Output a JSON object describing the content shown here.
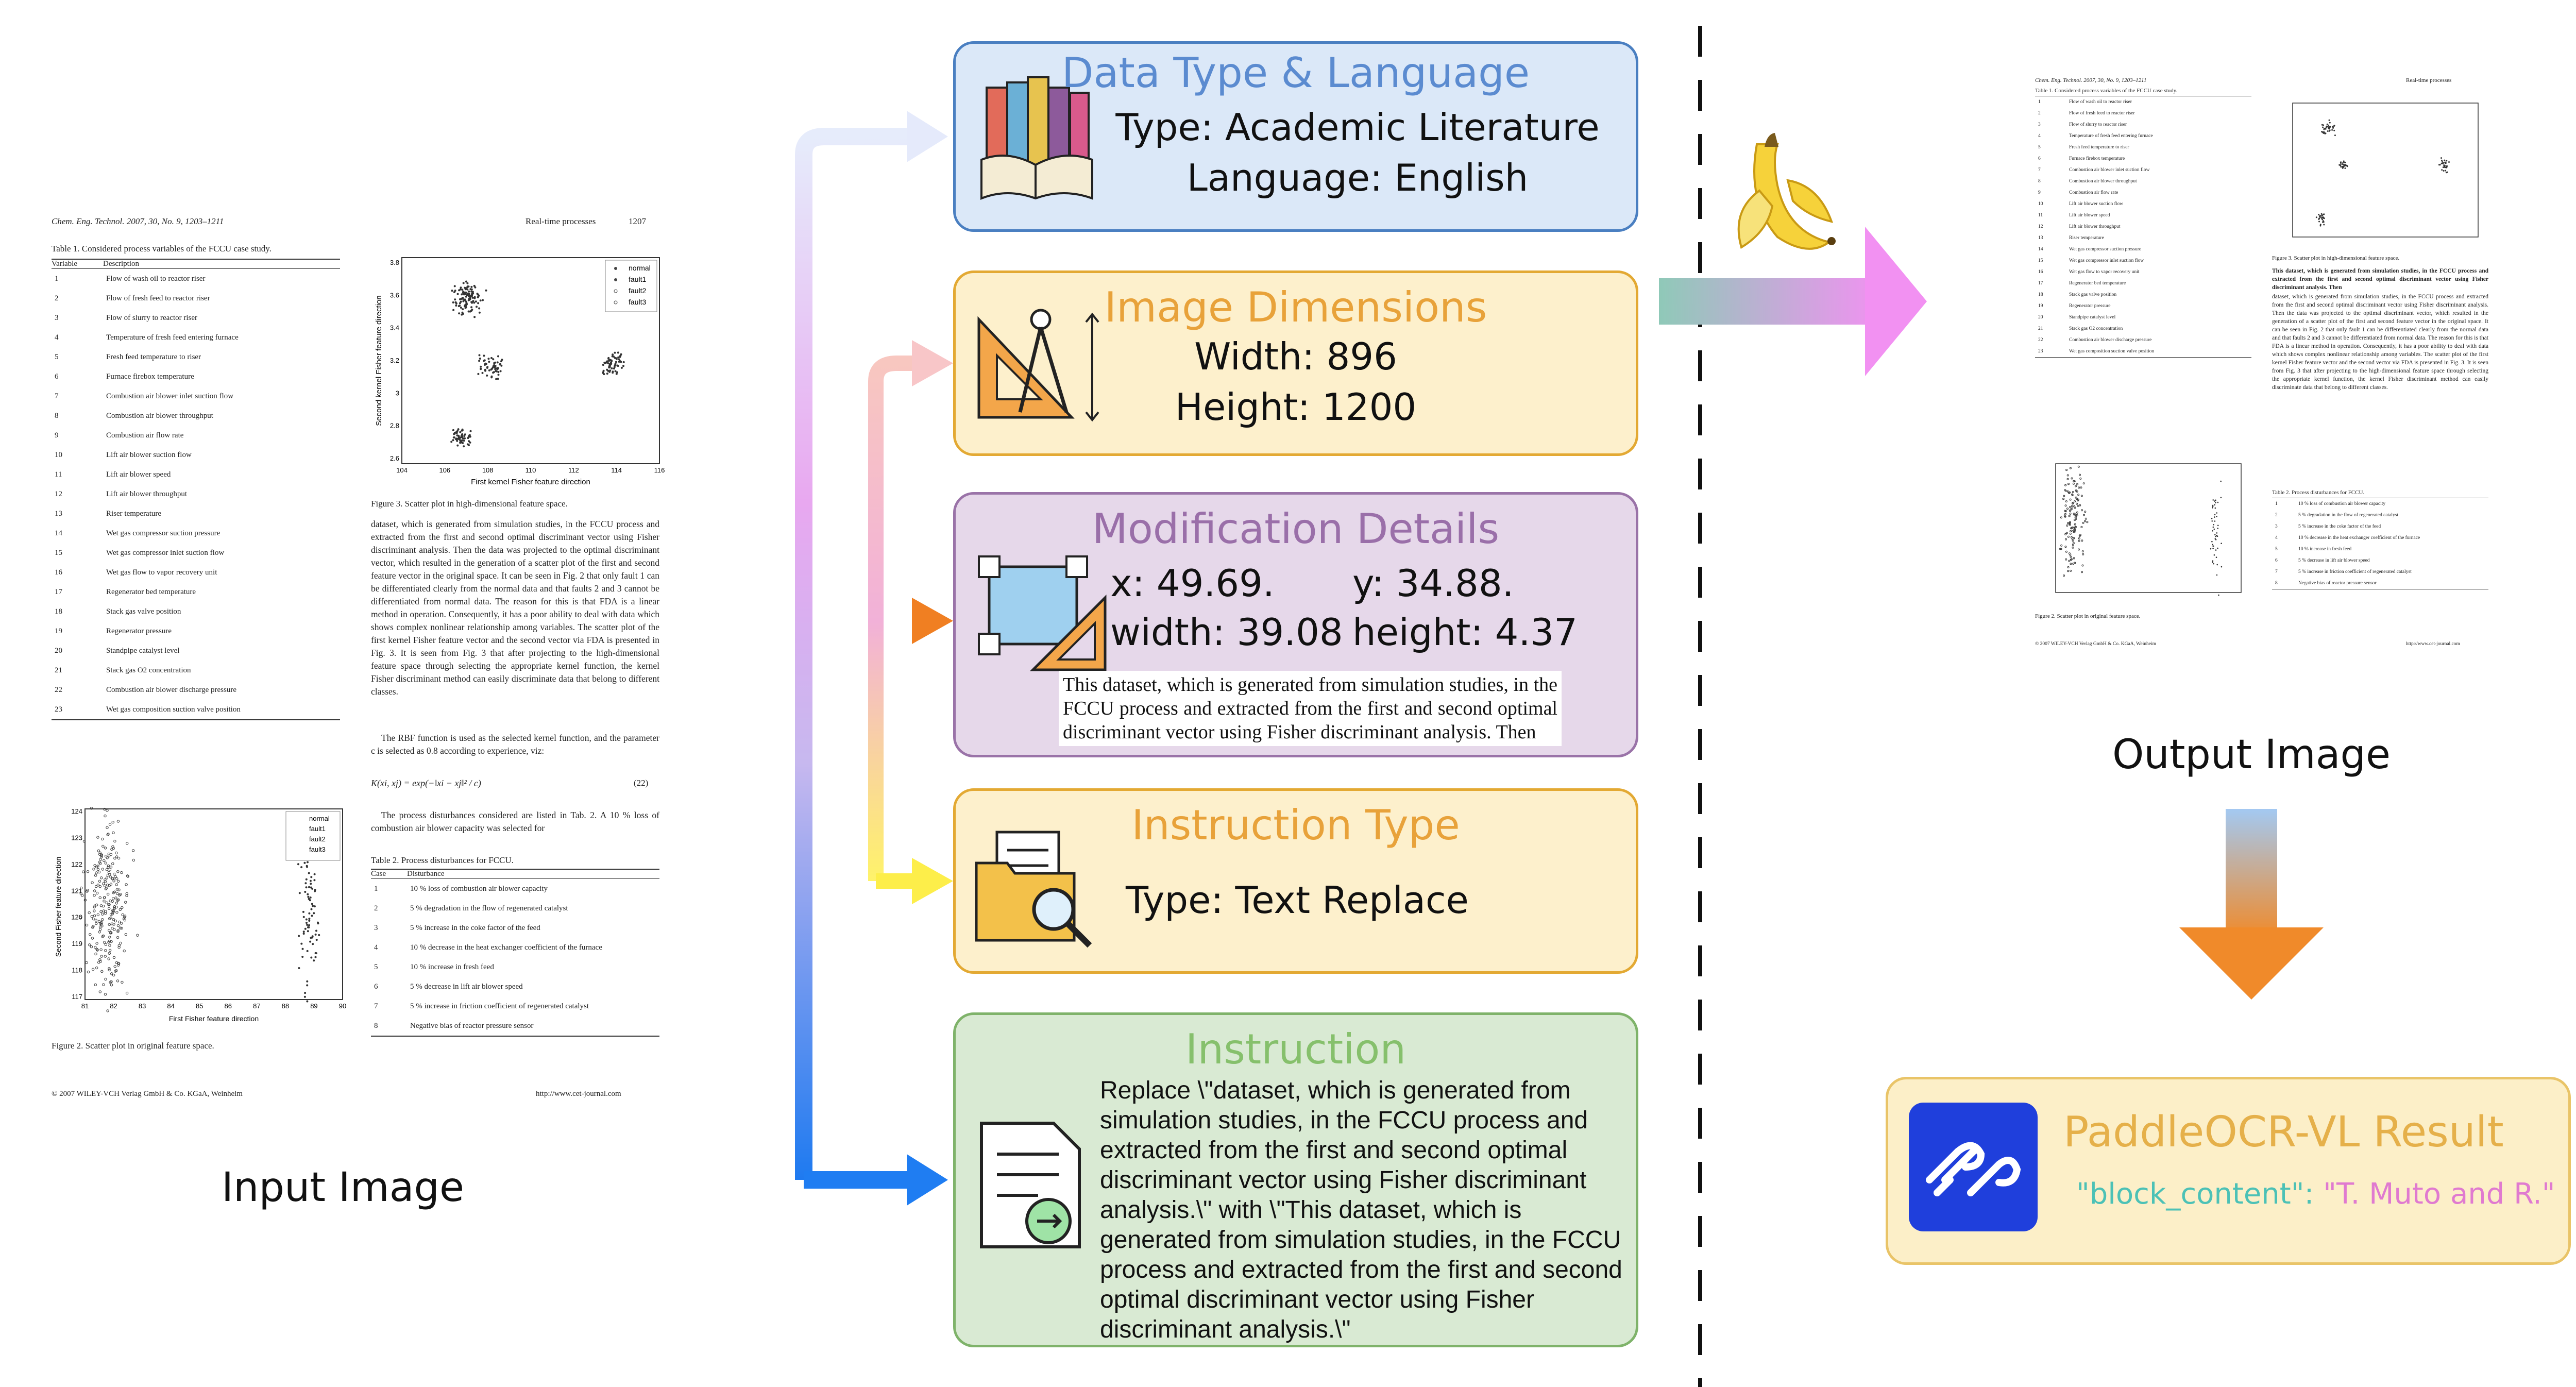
{
  "input_doc": {
    "header_left": "Chem. Eng. Technol. 2007, 30, No. 9, 1203–1211",
    "header_right_label": "Real-time processes",
    "header_right_page": "1207",
    "table1_caption": "Table 1. Considered process variables of the FCCU case study.",
    "table1_head": [
      "Variable",
      "Description"
    ],
    "table1_rows": [
      [
        "1",
        "Flow of wash oil to reactor riser"
      ],
      [
        "2",
        "Flow of fresh feed to reactor riser"
      ],
      [
        "3",
        "Flow of slurry to reactor riser"
      ],
      [
        "4",
        "Temperature of fresh feed entering furnace"
      ],
      [
        "5",
        "Fresh feed temperature to riser"
      ],
      [
        "6",
        "Furnace firebox temperature"
      ],
      [
        "7",
        "Combustion air blower inlet suction flow"
      ],
      [
        "8",
        "Combustion air blower throughput"
      ],
      [
        "9",
        "Combustion air flow rate"
      ],
      [
        "10",
        "Lift air blower suction flow"
      ],
      [
        "11",
        "Lift air blower speed"
      ],
      [
        "12",
        "Lift air blower throughput"
      ],
      [
        "13",
        "Riser temperature"
      ],
      [
        "14",
        "Wet gas compressor suction pressure"
      ],
      [
        "15",
        "Wet gas compressor inlet suction flow"
      ],
      [
        "16",
        "Wet gas flow to vapor recovery unit"
      ],
      [
        "17",
        "Regenerator bed temperature"
      ],
      [
        "18",
        "Stack gas valve position"
      ],
      [
        "19",
        "Regenerator pressure"
      ],
      [
        "20",
        "Standpipe catalyst level"
      ],
      [
        "21",
        "Stack gas O2 concentration"
      ],
      [
        "22",
        "Combustion air blower discharge pressure"
      ],
      [
        "23",
        "Wet gas composition suction valve position"
      ]
    ],
    "fig3_ylabel": "Second kernel Fisher feature direction",
    "fig3_xlabel": "First kernel Fisher feature direction",
    "fig3_caption": "Figure 3. Scatter plot in high-dimensional feature space.",
    "legend": [
      "normal",
      "fault1",
      "fault2",
      "fault3"
    ],
    "body_text": "dataset, which is generated from simulation studies, in the FCCU process and extracted from the first and second optimal discriminant vector using Fisher discriminant analysis. Then the data was projected to the optimal discriminant vector, which resulted in the generation of a scatter plot of the first and second feature vector in the original space. It can be seen in Fig. 2 that only fault 1 can be differentiated clearly from the normal data and that faults 2 and 3 cannot be differentiated from normal data. The reason for this is that FDA is a linear method in operation. Consequently, it has a poor ability to deal with data which shows complex nonlinear relationship among variables. The scatter plot of the first kernel Fisher feature vector and the second vector via FDA is presented in Fig. 3. It is seen from Fig. 3 that after projecting to the high-dimensional feature space through selecting the appropriate kernel function, the kernel Fisher discriminant method can easily discriminate data that belong to different classes.",
    "body_text2": "The RBF function is used as the selected kernel function, and the parameter c is selected as 0.8 according to experience, viz:",
    "equation": "K(xi, xj) = exp(−‖xi − xj‖² / c)",
    "equation_no": "(22)",
    "body_text3": "The process disturbances considered are listed in Tab. 2. A 10 % loss of combustion air blower capacity was selected for",
    "table2_caption": "Table 2. Process disturbances for FCCU.",
    "table2_head": [
      "Case",
      "Disturbance"
    ],
    "table2_rows": [
      [
        "1",
        "10 % loss of combustion air blower capacity"
      ],
      [
        "2",
        "5 % degradation in the flow of regenerated catalyst"
      ],
      [
        "3",
        "5 % increase in the coke factor of the feed"
      ],
      [
        "4",
        "10 % decrease in the heat exchanger coefficient of the furnace"
      ],
      [
        "5",
        "10 % increase in fresh feed"
      ],
      [
        "6",
        "5 % decrease in lift air blower speed"
      ],
      [
        "7",
        "5 % increase in friction coefficient of regenerated catalyst"
      ],
      [
        "8",
        "Negative bias of reactor pressure sensor"
      ]
    ],
    "fig2_ylabel": "Second Fisher feature direction",
    "fig2_xlabel": "First Fisher feature direction",
    "fig2_caption": "Figure 2. Scatter plot in original feature space.",
    "footer_left": "© 2007 WILEY-VCH Verlag GmbH & Co. KGaA, Weinheim",
    "footer_right": "http://www.cet-journal.com",
    "fig3_xticks": [
      "104",
      "106",
      "108",
      "110",
      "112",
      "114",
      "116"
    ],
    "fig3_yticks": [
      "3.8",
      "3.6",
      "3.4",
      "3.2",
      "3",
      "2.8",
      "2.6"
    ],
    "fig2_xticks": [
      "81",
      "82",
      "83",
      "84",
      "85",
      "86",
      "87",
      "88",
      "89",
      "90"
    ],
    "fig2_yticks": [
      "124",
      "123",
      "122",
      "121",
      "120",
      "119",
      "118",
      "117"
    ]
  },
  "labels": {
    "input": "Input Image",
    "output": "Output Image"
  },
  "panels": {
    "data_type": {
      "title": "Data Type & Language",
      "line1": "Type: Academic Literature",
      "line2": "Language: English"
    },
    "dimensions": {
      "title": "Image Dimensions",
      "line1": "Width: 896",
      "line2": "Height: 1200"
    },
    "modification": {
      "title": "Modification Details",
      "x": "x: 49.69.",
      "y": "y: 34.88.",
      "width": "width: 39.08",
      "height": "height: 4.37",
      "snippet": "This dataset, which is generated from simulation studies, in the FCCU process and extracted from the first and second optimal discriminant vector using Fisher discriminant analysis. Then"
    },
    "instruction_type": {
      "title": "Instruction Type",
      "line1": "Type: Text Replace"
    },
    "instruction": {
      "title": "Instruction",
      "text": "Replace \\\"dataset, which is generated from simulation studies, in the FCCU process and extracted from the first and second optimal discriminant vector using Fisher discriminant analysis.\\\" with \\\"This dataset, which is generated from simulation studies, in the FCCU process and extracted from the first and second optimal discriminant vector using Fisher discriminant analysis.\\\""
    },
    "result": {
      "title": "PaddleOCR-VL Result",
      "key": "\"block_content\"",
      "colon": ": ",
      "value": "\"T. Muto and R.\""
    }
  },
  "output_doc": {
    "bold_text": "This dataset, which is generated from simulation studies, in the FCCU process and extracted from the first and second optimal discriminant vector using Fisher discriminant analysis. Then"
  },
  "colors": {
    "blue_panel_bg": "#dbe8f8",
    "blue_panel_border": "#4a7fc1",
    "blue_title": "#5b8bd0",
    "yellow_panel_bg": "#fdf0cc",
    "yellow_panel_border": "#e3a933",
    "yellow_title": "#e8a23a",
    "purple_panel_bg": "#e6d8ea",
    "purple_panel_border": "#9a73a8",
    "purple_title": "#9a6fa9",
    "green_panel_bg": "#d9ead3",
    "green_panel_border": "#7fb36a",
    "green_title": "#86c06c",
    "result_bg": "#fcefc8",
    "result_title": "#e5b04a",
    "result_key": "#4cc1b6",
    "result_value": "#e07ad0",
    "paddle_logo": "#1f3fdc"
  },
  "icons": [
    "books-icon",
    "drafting-tools-icon",
    "geometry-icon",
    "folder-search-icon",
    "document-edit-icon",
    "banana-icon",
    "paddle-logo-icon"
  ]
}
